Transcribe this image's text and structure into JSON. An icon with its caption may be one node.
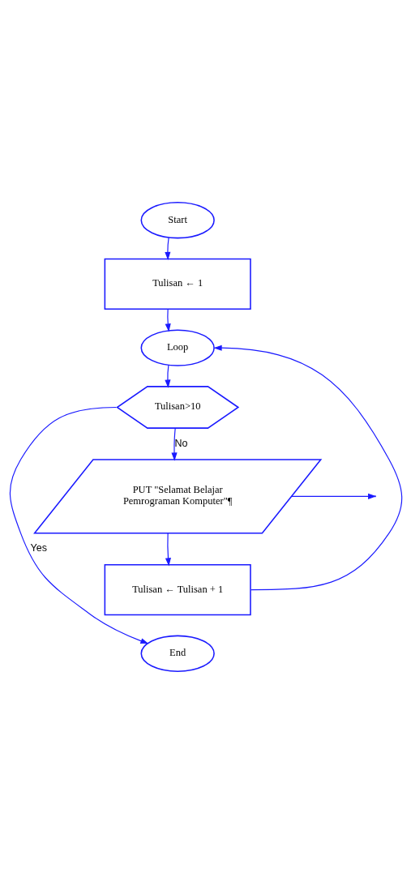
{
  "diagram": {
    "nodes": [
      {
        "text": [
          "Start"
        ]
      },
      {
        "text": [
          "Tulisan ← 1"
        ]
      },
      {
        "text": [
          "Loop"
        ]
      },
      {
        "text": [
          "Tulisan>10"
        ]
      },
      {
        "text": [
          "PUT \"Selamat Belajar Pemrograman Komputer\"¶"
        ]
      },
      {
        "text": [
          "Tulisan ← Tulisan + 1"
        ]
      },
      {
        "text": [
          "End"
        ]
      }
    ],
    "edges": [
      {
        "from": 0,
        "to": 1,
        "arrow": "to"
      },
      {
        "from": 1,
        "to": 2,
        "arrow": "to"
      },
      {
        "from": 2,
        "to": 3,
        "arrow": "to"
      },
      {
        "from": 3,
        "to": 4,
        "arrow": "to",
        "label": "No"
      },
      {
        "from": 4,
        "to": 5,
        "arrow": "to"
      },
      {
        "from": 5,
        "to": 2,
        "arrow": "to"
      },
      {
        "from": 3,
        "to": 6,
        "arrow": "to",
        "label": "Yes"
      },
      {
        "from": 4,
        "to": null,
        "arrow": "to"
      }
    ]
  }
}
